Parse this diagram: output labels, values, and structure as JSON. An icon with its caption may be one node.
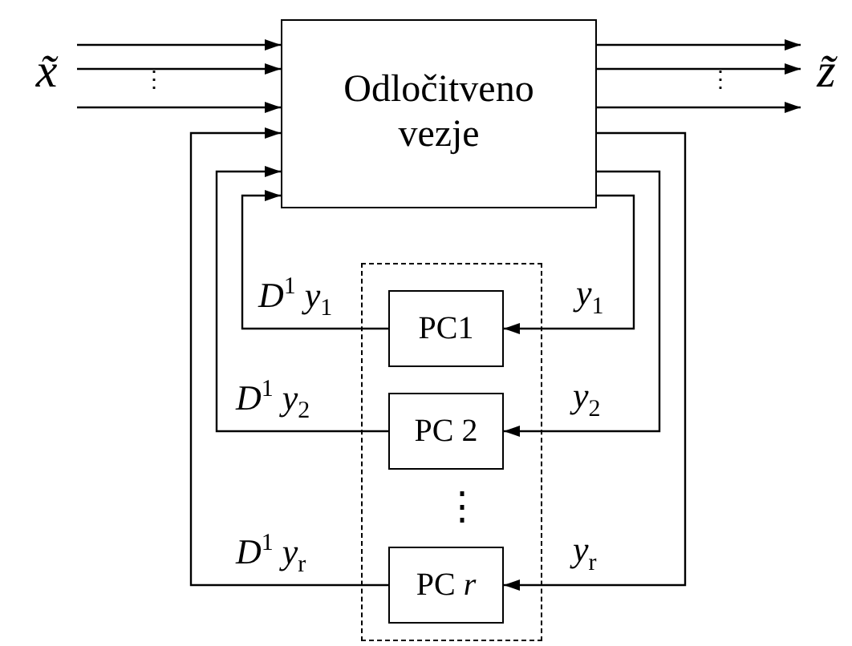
{
  "diagram": {
    "nodes": [
      {
        "text": [
          "Odločitveno vezje"
        ]
      },
      {
        "text": [],
        "shape": "box"
      },
      {
        "text": [
          "PC1"
        ],
        "in": 1
      },
      {
        "text": [
          "PC 2"
        ],
        "in": 1
      },
      {
        "text": [
          "PC *r*"
        ],
        "in": 1
      },
      {
        "text": [
          "x̃"
        ]
      },
      {
        "text": [
          "z̃"
        ]
      }
    ],
    "edges": [
      {
        "from": 5,
        "to": 0,
        "arrow": "to"
      },
      {
        "from": 5,
        "to": 0,
        "arrow": "to"
      },
      {
        "from": 5,
        "to": 0,
        "arrow": "to"
      },
      {
        "from": 0,
        "to": 6,
        "arrow": "to"
      },
      {
        "from": 0,
        "to": 6,
        "arrow": "to"
      },
      {
        "from": 0,
        "to": 6,
        "arrow": "to"
      },
      {
        "from": 0,
        "to": 2,
        "arrow": "to",
        "label": "*y*$_{1}$"
      },
      {
        "from": 2,
        "to": 0,
        "arrow": "to",
        "label": "*D*$^{1}$ *y*$_{1}$"
      },
      {
        "from": 0,
        "to": 3,
        "arrow": "to",
        "label": "*y*$_{2}$"
      },
      {
        "from": 3,
        "to": 0,
        "arrow": "to",
        "label": "*D*$^{1}$ *y*$_{2}$"
      },
      {
        "from": 0,
        "to": 4,
        "arrow": "to",
        "label": "*y*$_{r}$"
      },
      {
        "from": 4,
        "to": 0,
        "arrow": "to",
        "label": "*D*$^{1}$ *y*$_{r}$"
      }
    ],
    "labels": [
      "⋮",
      "⋮",
      "⋮"
    ]
  }
}
